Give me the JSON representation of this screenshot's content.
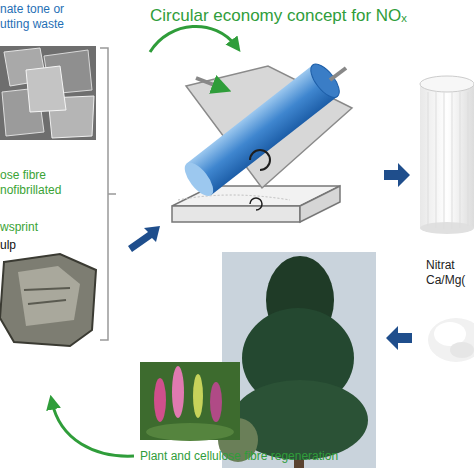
{
  "diagram": {
    "title": "Circular economy concept for NOₓ",
    "labels": [
      "nate tone or utting waste",
      "ose fibre nofibrillated",
      "wsprint",
      "ulp",
      "Nitrat Ca/Mg(",
      "Plant and cellulose fibre regeneration"
    ]
  }
}
